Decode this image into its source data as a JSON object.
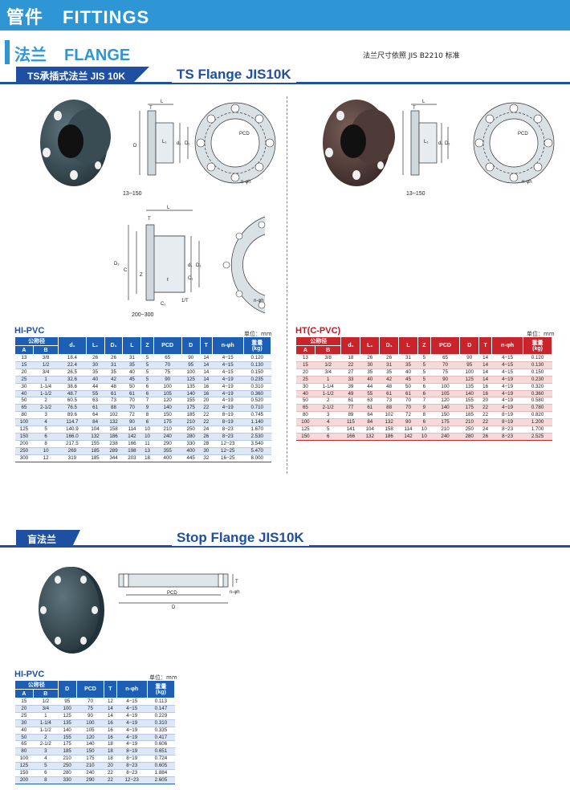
{
  "header": {
    "title_cn": "管件",
    "title_en": "FITTINGS"
  },
  "section": {
    "title_cn": "法兰",
    "title_en": "FLANGE",
    "standard_note": "法兰尺寸依照  JIS B2210 标准"
  },
  "ts_band": {
    "tab_label": "TS承插式法兰 JIS 10K",
    "big_label": "TS Flange JIS10K"
  },
  "stop_band": {
    "tab_label": "盲法兰",
    "big_label": "Stop Flange JIS10K"
  },
  "drawings": {
    "ts_hi_range": "13~150",
    "ts_ht_range": "13~150",
    "ts_large_range": "200~300",
    "labels": {
      "L": "L",
      "T": "T",
      "D": "D",
      "d1": "d₁",
      "D1": "D₁",
      "L1": "L₁",
      "PCD": "PCD",
      "n_phi_h": "n-φh",
      "D2": "D₂",
      "C": "C",
      "Z": "Z",
      "l": "ℓ",
      "C1": "C₁",
      "slope": "1/T"
    }
  },
  "colors": {
    "hi_pvc": "#3c4f57",
    "ht_cpvc": "#4e3a36",
    "blue_header": "#1c5fb5",
    "red_header": "#c9242b"
  },
  "hi_table": {
    "label": "HI-PVC",
    "unit": "单位：mm",
    "headers": [
      "公称径",
      "d₁",
      "L₁",
      "D₁",
      "L",
      "Z",
      "PCD",
      "D",
      "T",
      "n-φh",
      "重量\n(kg)"
    ],
    "sub_headers": [
      "A",
      "B"
    ],
    "rows": [
      [
        "13",
        "3/8",
        "18.4",
        "26",
        "26",
        "31",
        "5",
        "65",
        "90",
        "14",
        "4−15",
        "0.120"
      ],
      [
        "15",
        "1/2",
        "22.4",
        "30",
        "31",
        "35",
        "5",
        "70",
        "95",
        "14",
        "4−15",
        "0.130"
      ],
      [
        "20",
        "3/4",
        "26.5",
        "35",
        "35",
        "40",
        "5",
        "75",
        "100",
        "14",
        "4−15",
        "0.150"
      ],
      [
        "25",
        "1",
        "32.6",
        "40",
        "42",
        "45",
        "5",
        "90",
        "125",
        "14",
        "4−19",
        "0.235"
      ],
      [
        "30",
        "1-1/4",
        "38.6",
        "44",
        "48",
        "50",
        "6",
        "100",
        "135",
        "16",
        "4−19",
        "0.310"
      ],
      [
        "40",
        "1-1/2",
        "48.7",
        "55",
        "61",
        "61",
        "6",
        "105",
        "140",
        "16",
        "4−19",
        "0.360"
      ],
      [
        "50",
        "2",
        "60.5",
        "63",
        "73",
        "70",
        "7",
        "120",
        "155",
        "20",
        "4−19",
        "0.520"
      ],
      [
        "65",
        "2-1/2",
        "76.5",
        "61",
        "88",
        "70",
        "9",
        "140",
        "175",
        "22",
        "4−19",
        "0.710"
      ],
      [
        "80",
        "3",
        "89.6",
        "64",
        "102",
        "72",
        "8",
        "150",
        "185",
        "22",
        "8−19",
        "0.745"
      ],
      [
        "100",
        "4",
        "114.7",
        "84",
        "132",
        "90",
        "6",
        "175",
        "210",
        "22",
        "8−19",
        "1.140"
      ],
      [
        "125",
        "5",
        "140.9",
        "104",
        "158",
        "114",
        "10",
        "210",
        "250",
        "24",
        "8−23",
        "1.670"
      ],
      [
        "150",
        "6",
        "166.0",
        "132",
        "186",
        "142",
        "10",
        "240",
        "280",
        "26",
        "8−23",
        "2.530"
      ],
      [
        "200",
        "8",
        "217.5",
        "155",
        "238",
        "166",
        "11",
        "290",
        "330",
        "28",
        "12−23",
        "3.540"
      ],
      [
        "250",
        "10",
        "269",
        "185",
        "289",
        "198",
        "13",
        "355",
        "400",
        "30",
        "12−25",
        "5.470"
      ],
      [
        "300",
        "12",
        "319",
        "185",
        "344",
        "203",
        "18",
        "400",
        "445",
        "32",
        "16−25",
        "8.000"
      ]
    ]
  },
  "ht_table": {
    "label": "HT(C-PVC)",
    "unit": "单位：mm",
    "headers": [
      "公称径",
      "d₁",
      "L₁",
      "D₁",
      "L",
      "Z",
      "PCD",
      "D",
      "T",
      "n-φh",
      "重量\n(kg)"
    ],
    "sub_headers": [
      "A",
      "B"
    ],
    "rows": [
      [
        "13",
        "3/8",
        "18",
        "26",
        "26",
        "31",
        "5",
        "65",
        "90",
        "14",
        "4−15",
        "0.120"
      ],
      [
        "15",
        "1/2",
        "22",
        "30",
        "31",
        "35",
        "5",
        "70",
        "95",
        "14",
        "4−15",
        "0.130"
      ],
      [
        "20",
        "3/4",
        "27",
        "35",
        "35",
        "40",
        "5",
        "75",
        "100",
        "14",
        "4−15",
        "0.150"
      ],
      [
        "25",
        "1",
        "33",
        "40",
        "42",
        "45",
        "5",
        "90",
        "125",
        "14",
        "4−19",
        "0.230"
      ],
      [
        "30",
        "1-1/4",
        "39",
        "44",
        "48",
        "50",
        "6",
        "100",
        "135",
        "16",
        "4−19",
        "0.320"
      ],
      [
        "40",
        "1-1/2",
        "49",
        "55",
        "61",
        "61",
        "6",
        "105",
        "140",
        "16",
        "4−19",
        "0.360"
      ],
      [
        "50",
        "2",
        "61",
        "63",
        "73",
        "70",
        "7",
        "120",
        "155",
        "20",
        "4−19",
        "0.580"
      ],
      [
        "65",
        "2-1/2",
        "77",
        "61",
        "88",
        "70",
        "9",
        "140",
        "175",
        "22",
        "4−19",
        "0.780"
      ],
      [
        "80",
        "3",
        "89",
        "64",
        "102",
        "72",
        "8",
        "150",
        "185",
        "22",
        "8−19",
        "0.820"
      ],
      [
        "100",
        "4",
        "115",
        "84",
        "132",
        "90",
        "6",
        "175",
        "210",
        "22",
        "8−19",
        "1.200"
      ],
      [
        "125",
        "5",
        "141",
        "104",
        "158",
        "114",
        "10",
        "210",
        "250",
        "24",
        "8−23",
        "1.700"
      ],
      [
        "150",
        "6",
        "166",
        "132",
        "186",
        "142",
        "10",
        "240",
        "280",
        "26",
        "8−23",
        "2.525"
      ]
    ]
  },
  "stop_table": {
    "label": "HI-PVC",
    "unit": "单位：mm",
    "headers": [
      "公称径",
      "D",
      "PCD",
      "T",
      "n-φh",
      "重量\n(kg)"
    ],
    "sub_headers": [
      "A",
      "B"
    ],
    "rows": [
      [
        "15",
        "1/2",
        "95",
        "70",
        "12",
        "4−15",
        "0.113"
      ],
      [
        "20",
        "3/4",
        "100",
        "75",
        "14",
        "4−15",
        "0.147"
      ],
      [
        "25",
        "1",
        "125",
        "90",
        "14",
        "4−19",
        "0.229"
      ],
      [
        "30",
        "1-1/4",
        "135",
        "100",
        "16",
        "4−19",
        "0.310"
      ],
      [
        "40",
        "1-1/2",
        "140",
        "105",
        "16",
        "4−19",
        "0.335"
      ],
      [
        "50",
        "2",
        "155",
        "120",
        "16",
        "4−19",
        "0.417"
      ],
      [
        "65",
        "2-1/2",
        "175",
        "140",
        "18",
        "4−19",
        "0.606"
      ],
      [
        "80",
        "3",
        "185",
        "150",
        "18",
        "8−19",
        "0.651"
      ],
      [
        "100",
        "4",
        "210",
        "175",
        "18",
        "8−19",
        "0.724"
      ],
      [
        "125",
        "5",
        "250",
        "210",
        "20",
        "8−23",
        "0.605"
      ],
      [
        "150",
        "6",
        "280",
        "240",
        "22",
        "8−23",
        "1.884"
      ],
      [
        "200",
        "8",
        "330",
        "290",
        "22",
        "12−23",
        "2.605"
      ]
    ]
  }
}
